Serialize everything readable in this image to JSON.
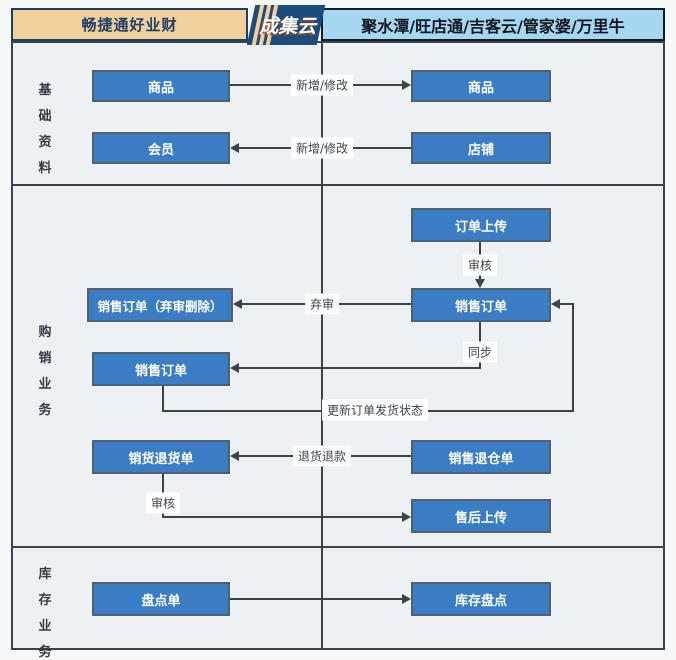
{
  "header": {
    "left_system": "畅捷通好业财",
    "logo_text": "成集云",
    "right_systems": "聚水潭/旺店通/吉客云/管家婆/万里牛"
  },
  "lanes": [
    {
      "label": "基础资料"
    },
    {
      "label": "购销业务"
    },
    {
      "label": "库存业务"
    }
  ],
  "nodes": {
    "goods_left": "商品",
    "member_left": "会员",
    "goods_right": "商品",
    "shop_right": "店铺",
    "order_upload": "订单上传",
    "sales_order_discard": "销售订单（弃审删除）",
    "sales_order_left": "销售订单",
    "sales_return_left": "销货退货单",
    "sales_order_right": "销售订单",
    "sales_return_right": "销售退仓单",
    "aftersale_upload": "售后上传",
    "stocktake_left": "盘点单",
    "stocktake_right": "库存盘点"
  },
  "edge_labels": {
    "add_modify_goods": "新增/修改",
    "add_modify_member": "新增/修改",
    "audit_order": "审核",
    "discard_audit": "弃审",
    "sync": "同步",
    "update_delivery_status": "更新订单发货状态",
    "return_refund": "退货退款",
    "audit_return": "审核"
  },
  "colors": {
    "node_fill": "#3b7dc5",
    "node_border": "#525f6d",
    "line": "#39434e",
    "panel_bg": "#eef1f4",
    "page_bg": "#f7f8f9",
    "header_tan": "#f2d09e",
    "header_navy": "#1d4c7c",
    "header_navy_text": "#1d3f66",
    "header_lightblue": "#a7d6f0",
    "header_dark_text": "#0d1520"
  }
}
